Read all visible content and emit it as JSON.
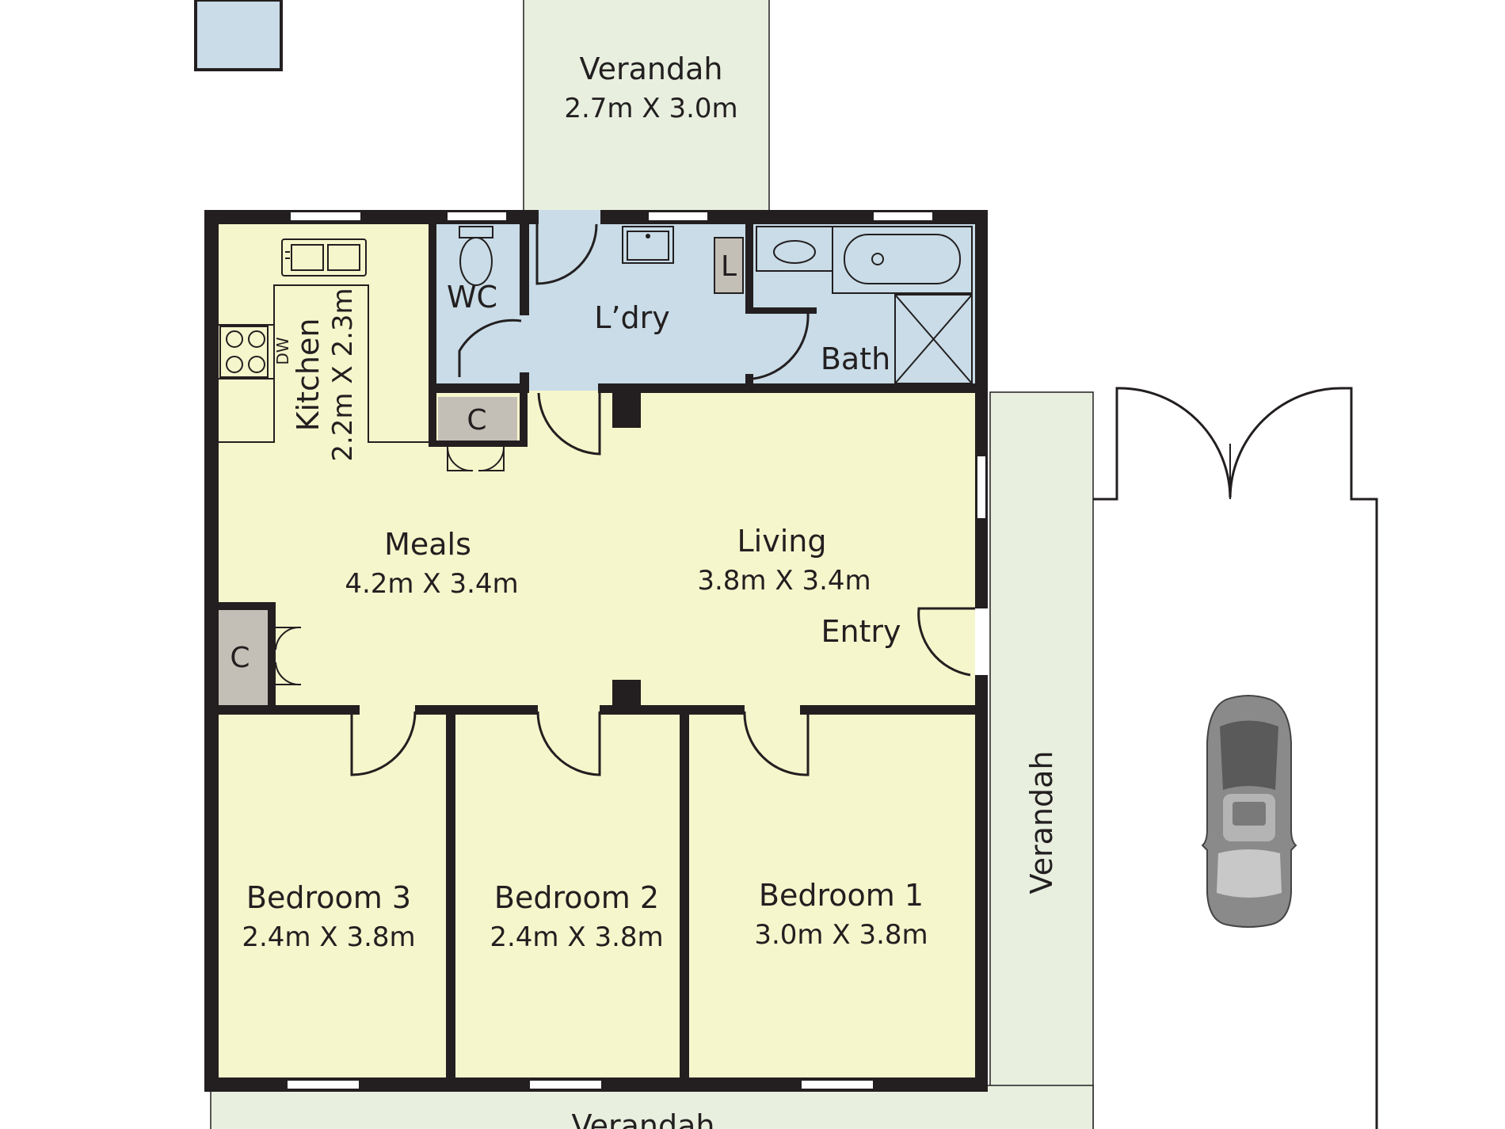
{
  "colors": {
    "living_zone": "#f6f6cc",
    "wet_zone": "#c9dce7",
    "verandah": "#e8efdf",
    "cupboard": "#c4bfb6",
    "wall": "#231f20"
  },
  "rooms": {
    "verandah_top": {
      "name": "Verandah",
      "dims": "2.7m X 3.0m"
    },
    "wc": {
      "name": "WC"
    },
    "laundry": {
      "name": "L’dry",
      "tag": "L"
    },
    "bath": {
      "name": "Bath"
    },
    "kitchen": {
      "name": "Kitchen",
      "dims": "2.2m X 2.3m",
      "appliance": "DW"
    },
    "cupboard_upper": {
      "name": "C"
    },
    "cupboard_lower": {
      "name": "C"
    },
    "meals": {
      "name": "Meals",
      "dims": "4.2m X 3.4m"
    },
    "living": {
      "name": "Living",
      "dims": "3.8m X 3.4m"
    },
    "entry": {
      "name": "Entry"
    },
    "bedroom3": {
      "name": "Bedroom 3",
      "dims": "2.4m X 3.8m"
    },
    "bedroom2": {
      "name": "Bedroom 2",
      "dims": "2.4m X 3.8m"
    },
    "bedroom1": {
      "name": "Bedroom 1",
      "dims": "3.0m X 3.8m"
    },
    "verandah_side": {
      "name": "Verandah"
    },
    "verandah_bottom": {
      "name": "Verandah"
    }
  },
  "icons": [
    "car-icon",
    "sink-icon",
    "toilet-icon",
    "bathtub-icon",
    "shower-icon",
    "cooktop-icon",
    "basin-icon"
  ]
}
